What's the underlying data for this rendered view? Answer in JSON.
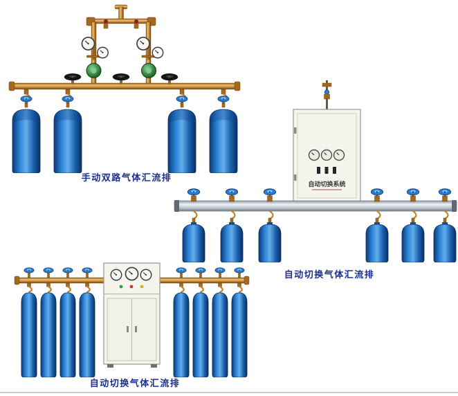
{
  "page": {
    "background": "#ffffff"
  },
  "products": [
    {
      "id": "manual-dual-manifold",
      "caption": "手动双路气体汇流排",
      "cylinder_count": 4
    },
    {
      "id": "auto-switch-wall-manifold",
      "caption": "自动切换气体汇流排",
      "cabinet_label": "自动切换系统",
      "cylinder_count": 6
    },
    {
      "id": "auto-switch-floor-manifold",
      "caption": "自动切换气体汇流排",
      "cylinder_count": 8
    }
  ],
  "colors": {
    "caption_text": "#1b2f8f",
    "cylinder_blue": "#1f6fc0",
    "brass_pipe": "#c8873a",
    "cabinet_body": "#f5f5ee",
    "aluminum_bar": "#dde3e8"
  }
}
